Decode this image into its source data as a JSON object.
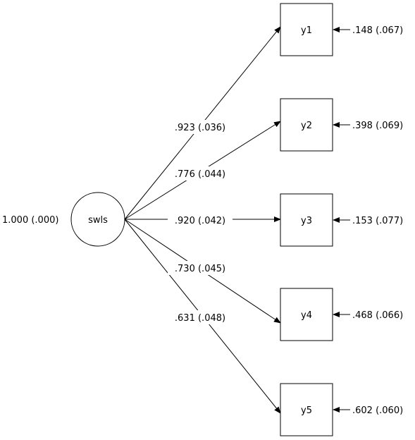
{
  "latent": {
    "label": "swls",
    "variance": "1.000 (.000)"
  },
  "indicators": [
    {
      "label": "y1",
      "loading": ".923 (.036)",
      "residual": ".148 (.067)"
    },
    {
      "label": "y2",
      "loading": ".776 (.044)",
      "residual": ".398 (.069)"
    },
    {
      "label": "y3",
      "loading": ".920 (.042)",
      "residual": ".153 (.077)"
    },
    {
      "label": "y4",
      "loading": ".730 (.045)",
      "residual": ".468 (.066)"
    },
    {
      "label": "y5",
      "loading": ".631 (.048)",
      "residual": ".602 (.060)"
    }
  ]
}
